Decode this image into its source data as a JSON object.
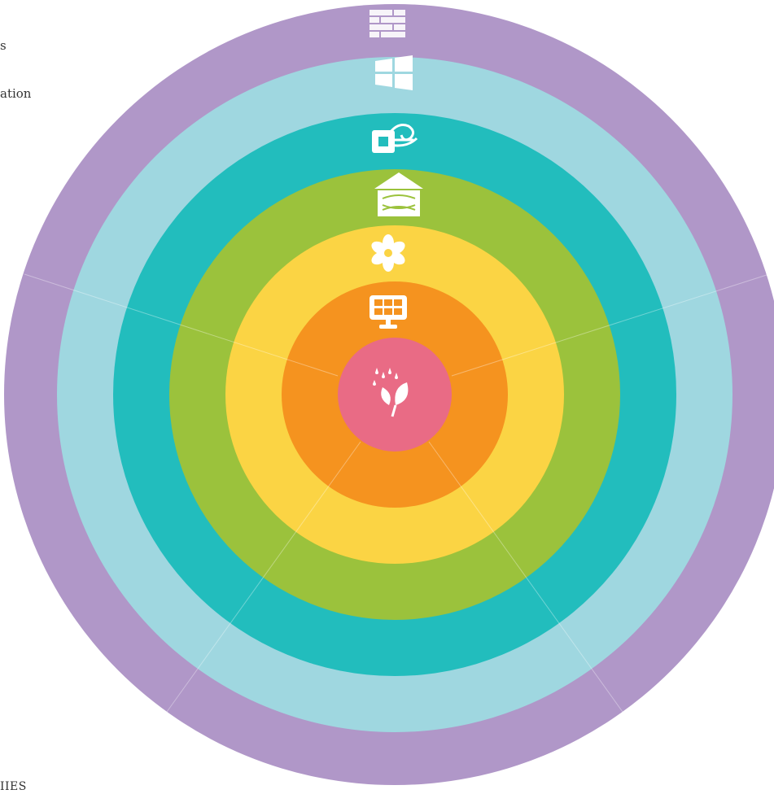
{
  "side_labels": [
    "s",
    "ation",
    "IIES"
  ],
  "colors": {
    "outer_purple": "#b097c8",
    "light_blue": "#9fd7e0",
    "teal": "#22bdbd",
    "green": "#9bc23c",
    "yellow": "#fbd444",
    "orange": "#f5931f",
    "center_pink": "#e96b85",
    "icon_fill": "#ffffff"
  },
  "rings": [
    {
      "name": "outer-purple-ring",
      "color": "#b097c8",
      "icon": "brick-wall-icon"
    },
    {
      "name": "light-blue-ring",
      "color": "#9fd7e0",
      "icon": "window-icon"
    },
    {
      "name": "teal-ring",
      "color": "#22bdbd",
      "icon": "wind-vent-icon"
    },
    {
      "name": "green-ring",
      "color": "#9bc23c",
      "icon": "insulated-house-icon"
    },
    {
      "name": "yellow-ring",
      "color": "#fbd444",
      "icon": "fan-icon"
    },
    {
      "name": "orange-ring",
      "color": "#f5931f",
      "icon": "solar-panel-icon"
    },
    {
      "name": "center-circle",
      "color": "#e96b85",
      "icon": "rain-leaf-icon"
    }
  ]
}
